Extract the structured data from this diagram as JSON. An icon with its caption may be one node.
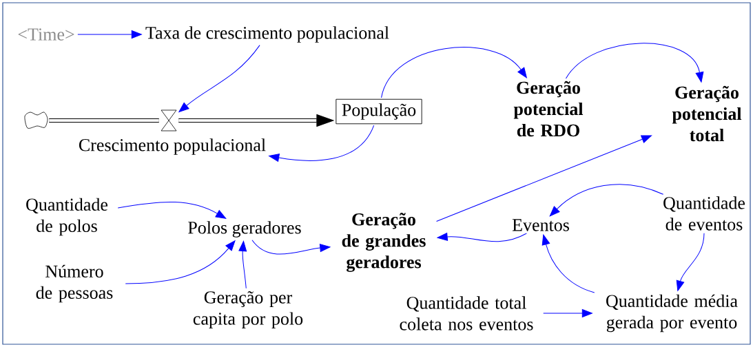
{
  "diagram": {
    "nodes": [
      {
        "text": [
          "<Time>"
        ]
      },
      {
        "text": [
          "Taxa de crescimento populacional"
        ]
      },
      {
        "text": [],
        "shape": "cloud"
      },
      {
        "text": [],
        "shape": "valve",
        "beside": [
          "Crescimento populacional"
        ]
      },
      {
        "text": [
          "População"
        ]
      },
      {
        "text": [
          "Geração potencial de RDO"
        ]
      },
      {
        "text": [
          "Geração potencial total"
        ]
      },
      {
        "text": [
          "Quantidade de polos"
        ]
      },
      {
        "text": [
          "Polos geradores"
        ]
      },
      {
        "text": [
          "Número de pessoas"
        ]
      },
      {
        "text": [
          "Geração per capita por polo"
        ]
      },
      {
        "text": [
          "Geração de grandes geradores"
        ]
      },
      {
        "text": [
          "Eventos"
        ]
      },
      {
        "text": [
          "Quantidade de eventos"
        ]
      },
      {
        "text": [
          "Quantidade total coleta nos eventos"
        ]
      },
      {
        "text": [
          "Quantidade média gerada por evento"
        ]
      }
    ],
    "edges": [
      {
        "from": 0,
        "to": 1,
        "arrow": "to"
      },
      {
        "from": 1,
        "to": 3,
        "arrow": "to"
      },
      {
        "from": 2,
        "to": 3,
        "arrow": "none",
        "style": "thick",
        "color": "#000000"
      },
      {
        "from": 3,
        "to": 4,
        "arrow": "to",
        "style": "thick",
        "color": "#000000"
      },
      {
        "from": 4,
        "to": 5,
        "arrow": "to"
      },
      {
        "from": 4,
        "to": 3,
        "arrow": "to"
      },
      {
        "from": 5,
        "to": 6,
        "arrow": "to"
      },
      {
        "from": 11,
        "to": 6,
        "arrow": "to"
      },
      {
        "from": 7,
        "to": 8,
        "arrow": "to"
      },
      {
        "from": 9,
        "to": 8,
        "arrow": "to"
      },
      {
        "from": 10,
        "to": 8,
        "arrow": "to"
      },
      {
        "from": 8,
        "to": 11,
        "arrow": "to"
      },
      {
        "from": 12,
        "to": 11,
        "arrow": "to"
      },
      {
        "from": 13,
        "to": 12,
        "arrow": "to"
      },
      {
        "from": 13,
        "to": 15,
        "arrow": "to"
      },
      {
        "from": 15,
        "to": 12,
        "arrow": "to"
      },
      {
        "from": 14,
        "to": 15,
        "arrow": "to"
      }
    ]
  }
}
